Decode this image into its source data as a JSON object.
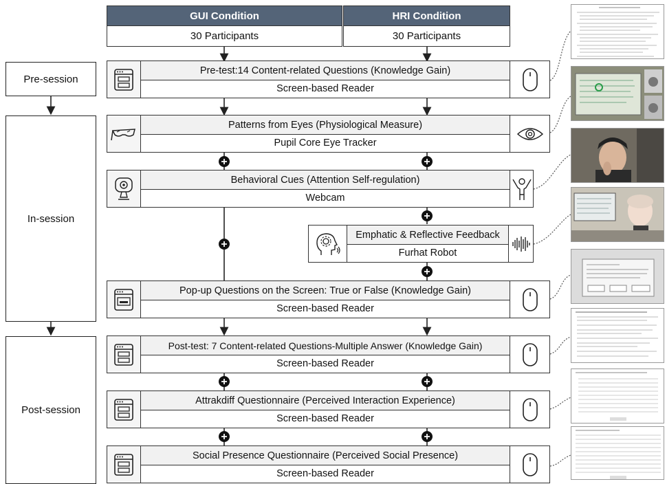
{
  "conditions": {
    "gui": {
      "title": "GUI Condition",
      "participants": "30 Participants"
    },
    "hri": {
      "title": "HRI Condition",
      "participants": "30 Participants"
    }
  },
  "phases": [
    "Pre-session",
    "In-session",
    "Post-session"
  ],
  "stages": {
    "pretest": {
      "title": "Pre-test:14 Content-related Questions (Knowledge Gain)",
      "tool": "Screen-based Reader",
      "icon": "browser-icon",
      "side_icon": "mouse-icon"
    },
    "eyes": {
      "title": "Patterns from Eyes (Physiological Measure)",
      "tool": "Pupil Core Eye Tracker",
      "icon": "eye-tracker-glasses-icon",
      "side_icon": "eye-icon"
    },
    "behavior": {
      "title": "Behavioral Cues (Attention Self-regulation)",
      "tool": "Webcam",
      "icon": "webcam-icon",
      "side_icon": "person-arms-up-icon"
    },
    "feedback": {
      "title": "Emphatic & Reflective Feedback",
      "tool": "Furhat Robot",
      "icon": "head-gear-icon",
      "side_icon": "sound-wave-icon"
    },
    "popup": {
      "title": "Pop-up Questions on the Screen: True or False (Knowledge Gain)",
      "tool": "Screen-based Reader",
      "icon": "browser-icon",
      "side_icon": "mouse-icon"
    },
    "posttest": {
      "title": "Post-test: 7 Content-related Questions-Multiple Answer (Knowledge Gain)",
      "tool": "Screen-based Reader",
      "icon": "browser-icon",
      "side_icon": "mouse-icon"
    },
    "attrakdiff": {
      "title": "Attrakdiff Questionnaire (Perceived Interaction Experience)",
      "tool": "Screen-based Reader",
      "icon": "browser-icon",
      "side_icon": "mouse-icon"
    },
    "social": {
      "title": "Social Presence Questionnaire (Perceived Social Presence)",
      "tool": "Screen-based Reader",
      "icon": "browser-icon",
      "side_icon": "mouse-icon"
    }
  },
  "colors": {
    "header": "#546478",
    "stage_top": "#f1f1f1",
    "line": "#222222"
  }
}
